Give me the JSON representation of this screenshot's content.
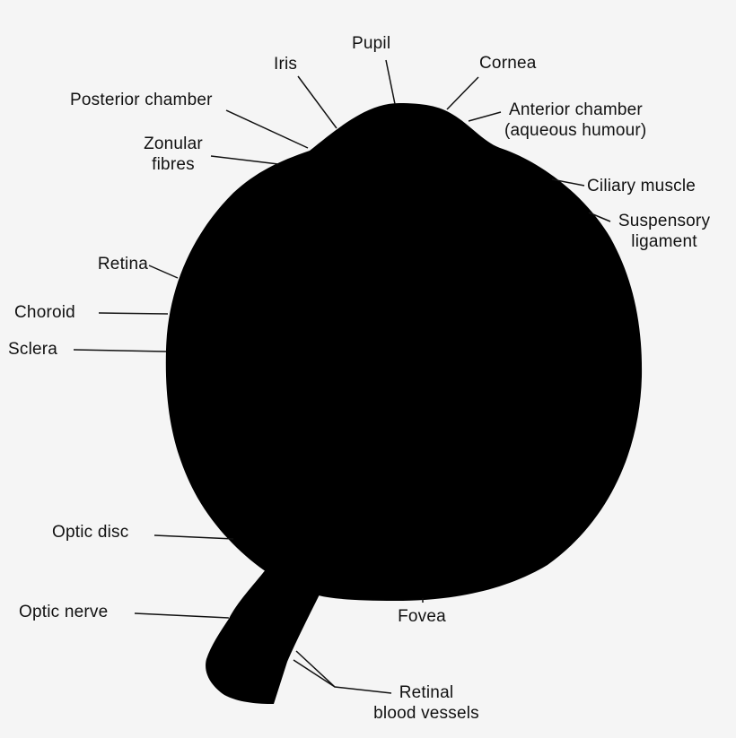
{
  "diagram": {
    "type": "anatomy",
    "subject": "Human eye (silhouette)",
    "colors": {
      "background": "#f5f5f5",
      "shape": "#000000",
      "text": "#111111",
      "leader": "#111111"
    },
    "labels": {
      "pupil": "Pupil",
      "iris": "Iris",
      "cornea": "Cornea",
      "posterior_chamber": "Posterior chamber",
      "anterior_chamber_1": "Anterior chamber",
      "anterior_chamber_2": "(aqueous humour)",
      "zonular_1": "Zonular",
      "zonular_2": "fibres",
      "ciliary_muscle": "Ciliary muscle",
      "suspensory_1": "Suspensory",
      "suspensory_2": "ligament",
      "retina": "Retina",
      "choroid": "Choroid",
      "sclera": "Sclera",
      "optic_disc": "Optic disc",
      "optic_nerve": "Optic nerve",
      "fovea": "Fovea",
      "retinal_vessels_1": "Retinal",
      "retinal_vessels_2": "blood vessels"
    }
  }
}
